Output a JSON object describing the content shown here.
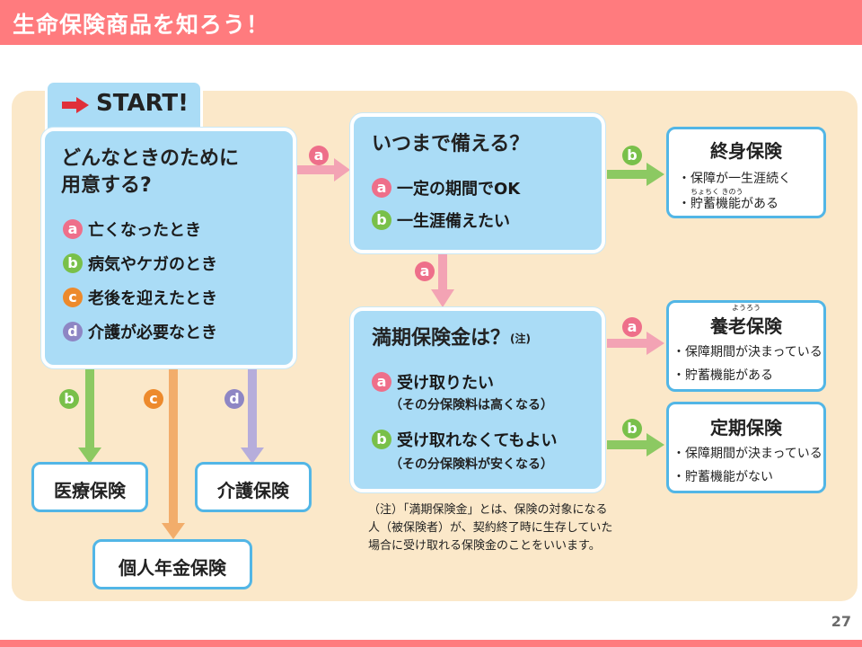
{
  "header": {
    "title": "生命保険商品を知ろう！"
  },
  "page_number": "27",
  "start": {
    "label": "START!"
  },
  "q1": {
    "title_line1": "どんなときのために",
    "title_line2": "用意する?",
    "options": [
      {
        "badge": "a",
        "label": "亡くなったとき"
      },
      {
        "badge": "b",
        "label": "病気やケガのとき"
      },
      {
        "badge": "c",
        "label": "老後を迎えたとき"
      },
      {
        "badge": "d",
        "label": "介護が必要なとき"
      }
    ]
  },
  "q2": {
    "title": "いつまで備える？",
    "options": [
      {
        "badge": "a",
        "label": "一定の期間でOK"
      },
      {
        "badge": "b",
        "label": "一生涯備えたい"
      }
    ]
  },
  "q3": {
    "title": "満期保険金は？",
    "title_note": "(注)",
    "options": [
      {
        "badge": "a",
        "label": "受け取りたい",
        "sub": "（その分保険料は高くなる）"
      },
      {
        "badge": "b",
        "label": "受け取れなくてもよい",
        "sub": "（その分保険料が安くなる）"
      }
    ]
  },
  "results": {
    "whole_life": {
      "title": "終身保険",
      "line1": "・保障が一生涯続く",
      "line2": "・貯蓄機能がある",
      "ruby": "ちょちく きのう"
    },
    "endowment": {
      "title": "養老保険",
      "ruby": "ようろう",
      "line1": "・保障期間が決まっている",
      "line2": "・貯蓄機能がある"
    },
    "term": {
      "title": "定期保険",
      "line1": "・保障期間が決まっている",
      "line2": "・貯蓄機能がない"
    },
    "medical": {
      "label": "医療保険"
    },
    "nursing": {
      "label": "介護保険"
    },
    "pension": {
      "label": "個人年金保険"
    }
  },
  "arrow_badges": {
    "a": "a",
    "b": "b",
    "c": "c",
    "d": "d"
  },
  "note": {
    "line1": "（注）「満期保険金」とは、保険の対象になる",
    "line2": "人（被保険者）が、契約終了時に生存していた",
    "line3": "場合に受け取れる保険金のことをいいます。"
  },
  "colors": {
    "pink": "#ee6f8a",
    "green": "#79c04a",
    "orange": "#ed8a2c",
    "purple": "#8e86c4",
    "header": "#ff7b7e"
  }
}
